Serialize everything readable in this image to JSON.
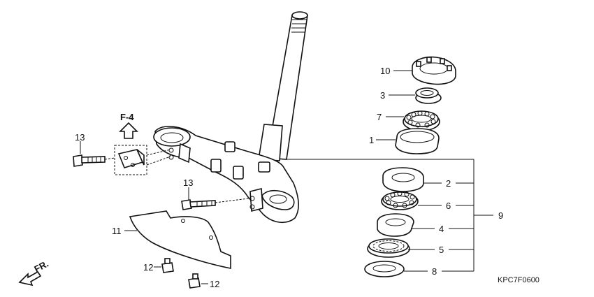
{
  "diagram": {
    "code": "KPC7F0600",
    "ref_label": "F-4",
    "direction_label": "FR.",
    "callouts": {
      "p10": "10",
      "p3": "3",
      "p7": "7",
      "p1": "1",
      "p2": "2",
      "p6": "6",
      "p4": "4",
      "p5": "5",
      "p8": "8",
      "p9": "9",
      "p13a": "13",
      "p13b": "13",
      "p11": "11",
      "p12a": "12",
      "p12b": "12"
    }
  }
}
